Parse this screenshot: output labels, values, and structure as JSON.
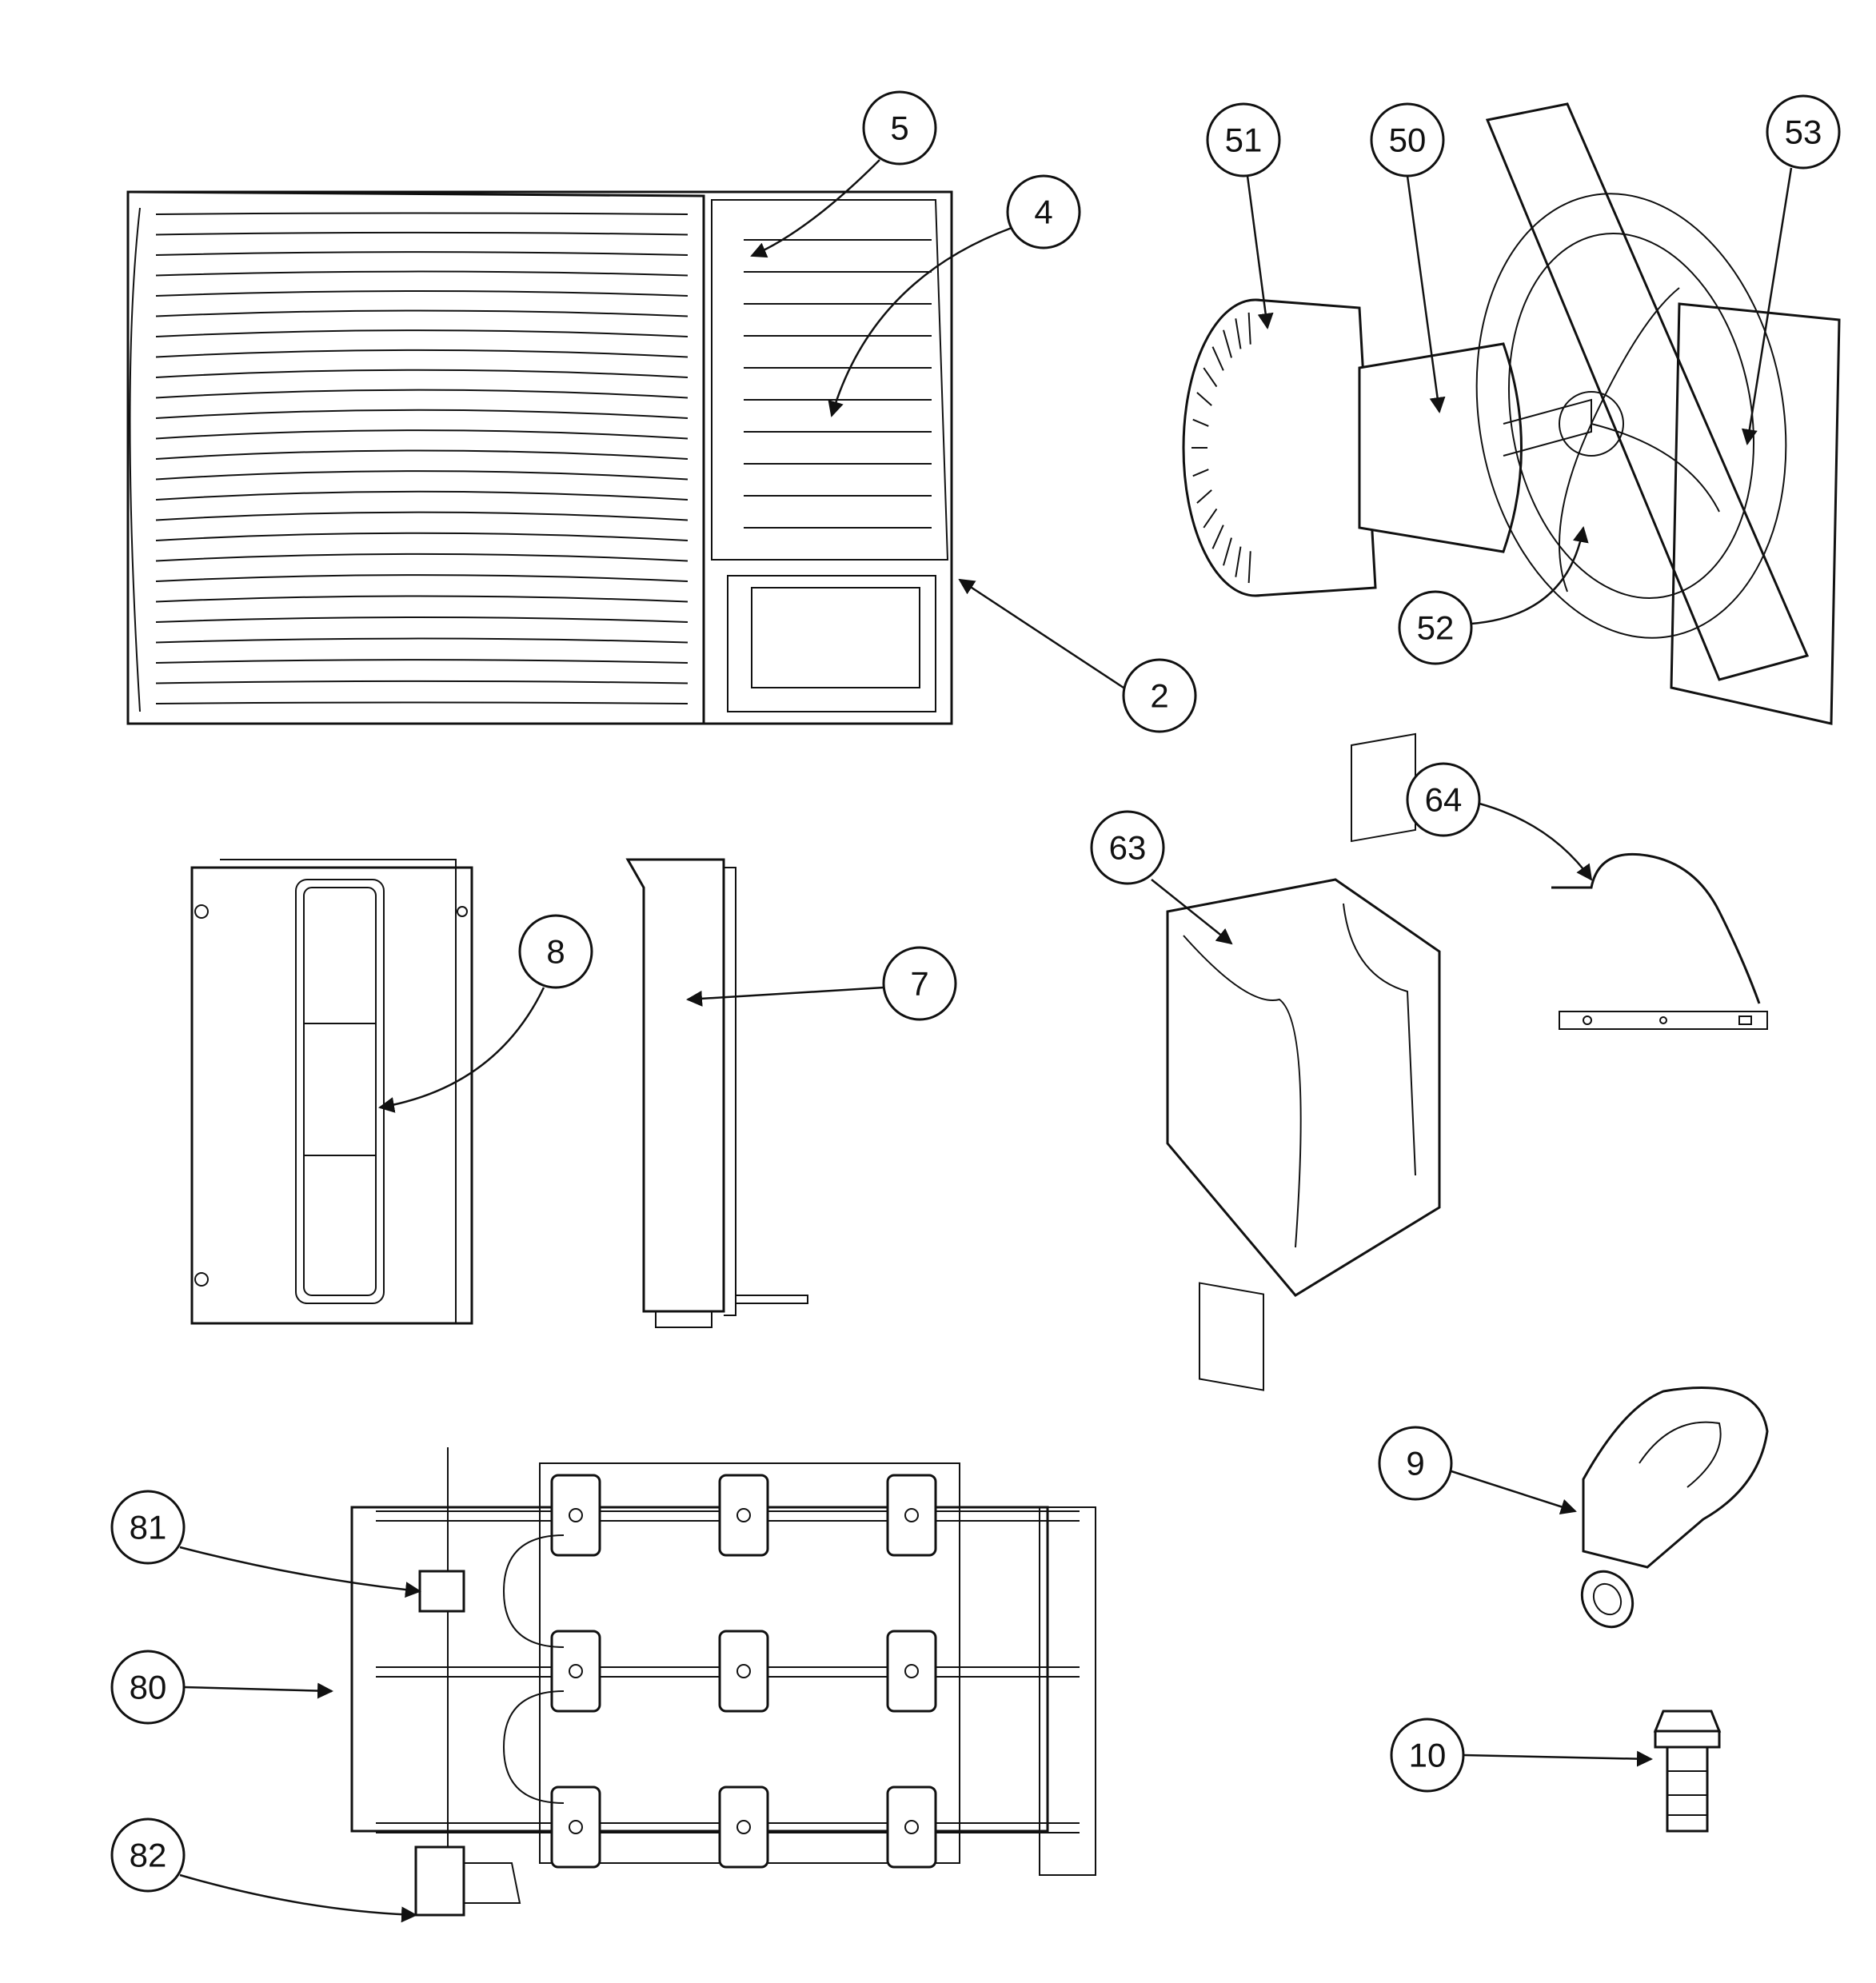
{
  "callouts": {
    "c5": "5",
    "c4": "4",
    "c2": "2",
    "c51": "51",
    "c50": "50",
    "c53": "53",
    "c52": "52",
    "c8": "8",
    "c7": "7",
    "c63": "63",
    "c64": "64",
    "c9": "9",
    "c10": "10",
    "c81": "81",
    "c80": "80",
    "c82": "82"
  }
}
